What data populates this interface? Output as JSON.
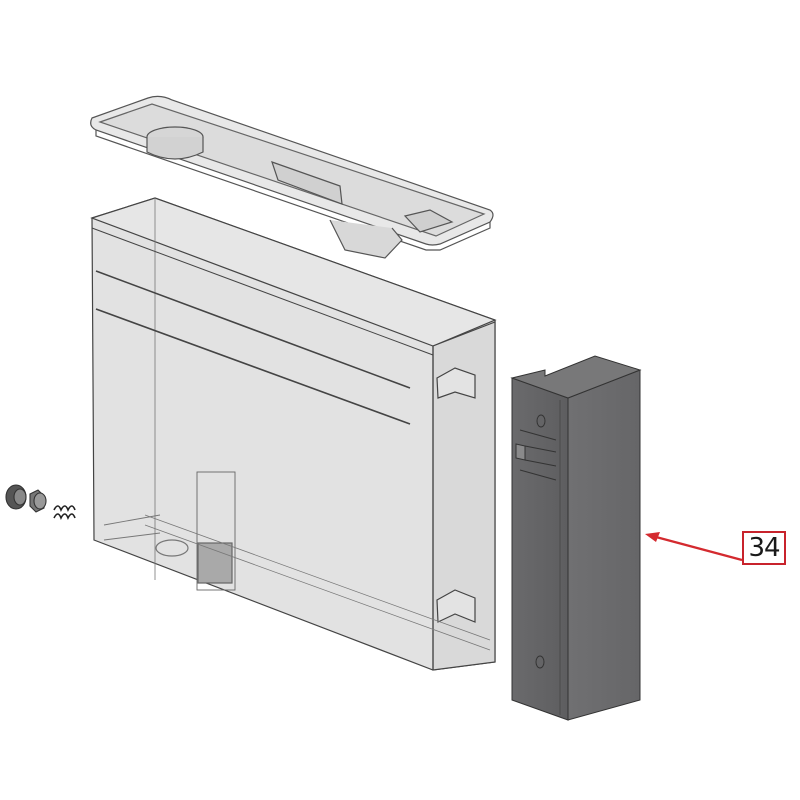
{
  "diagram": {
    "type": "exploded-parts-view",
    "background": "#ffffff",
    "parts": [
      {
        "id": "lid",
        "name": "tank-lid",
        "description": "Transparent water tank lid"
      },
      {
        "id": "tank",
        "name": "water-tank",
        "description": "Transparent water tank body with internal float and valve"
      },
      {
        "id": "valve",
        "name": "valve-assembly",
        "description": "Valve plug, connector and spring"
      },
      {
        "id": "cover",
        "name": "side-cover",
        "description": "Dark grey side cover/housing",
        "color": "#6e6e70"
      }
    ],
    "callouts": [
      {
        "label": "34",
        "target": "side-cover",
        "color": "#c8232c"
      }
    ]
  }
}
